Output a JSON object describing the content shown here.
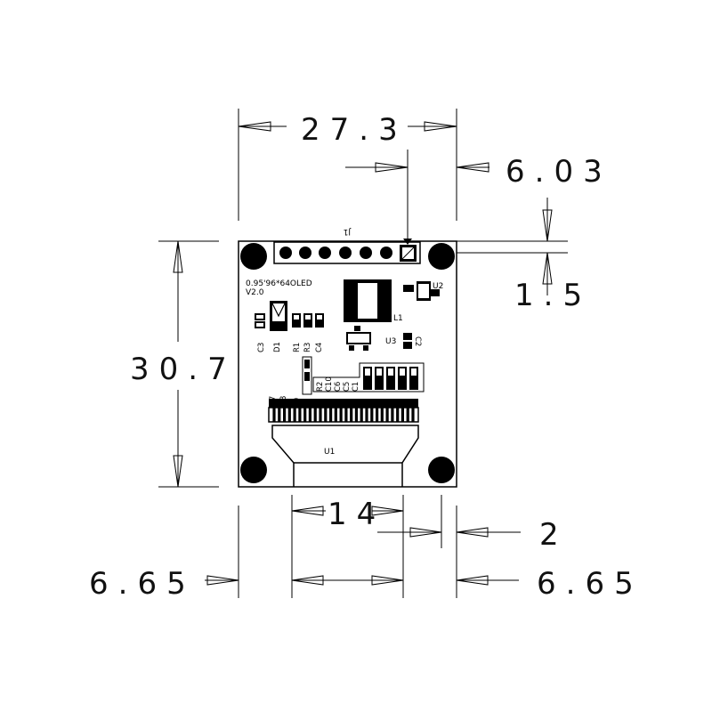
{
  "dimensions": {
    "board_width": "27.3",
    "pin_offset": "6.03",
    "header_gap": "1.5",
    "board_height": "30.7",
    "flex_width": "14",
    "flex_to_hole": "2",
    "left_margin": "6.65",
    "right_margin": "6.65"
  },
  "silkscreen": {
    "header_label": "J1",
    "model_line1": "0.95'96*64OLED",
    "model_line2": "V2.0",
    "u2": "U2",
    "l1": "L1",
    "u3": "U3",
    "c2": "C2",
    "c3": "C3",
    "d1": "D1",
    "r1": "R1",
    "r3": "R3",
    "c4": "C4",
    "r2": "R2",
    "c10": "C10",
    "c6": "C6",
    "c5": "C5",
    "c1": "C1",
    "c7": "C7",
    "c8": "C8",
    "c9": "C9",
    "u1": "U1"
  }
}
